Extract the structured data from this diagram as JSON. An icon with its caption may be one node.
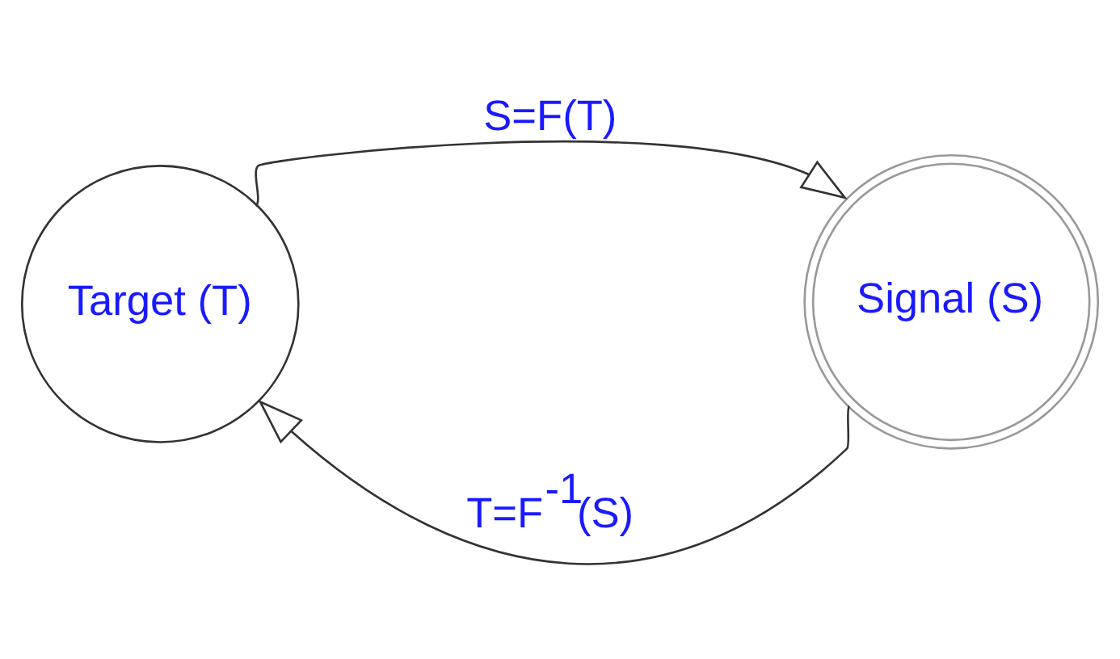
{
  "diagram": {
    "nodes": [
      {
        "text": [
          "Target (T)"
        ]
      },
      {
        "text": [
          "Signal (S)"
        ]
      }
    ],
    "edges": [
      {
        "from": 0,
        "to": 1,
        "arrow": "to",
        "label": "S=F(T)"
      },
      {
        "from": 1,
        "to": 0,
        "arrow": "to",
        "label": "T=F$^{-1}$(S)"
      }
    ]
  }
}
